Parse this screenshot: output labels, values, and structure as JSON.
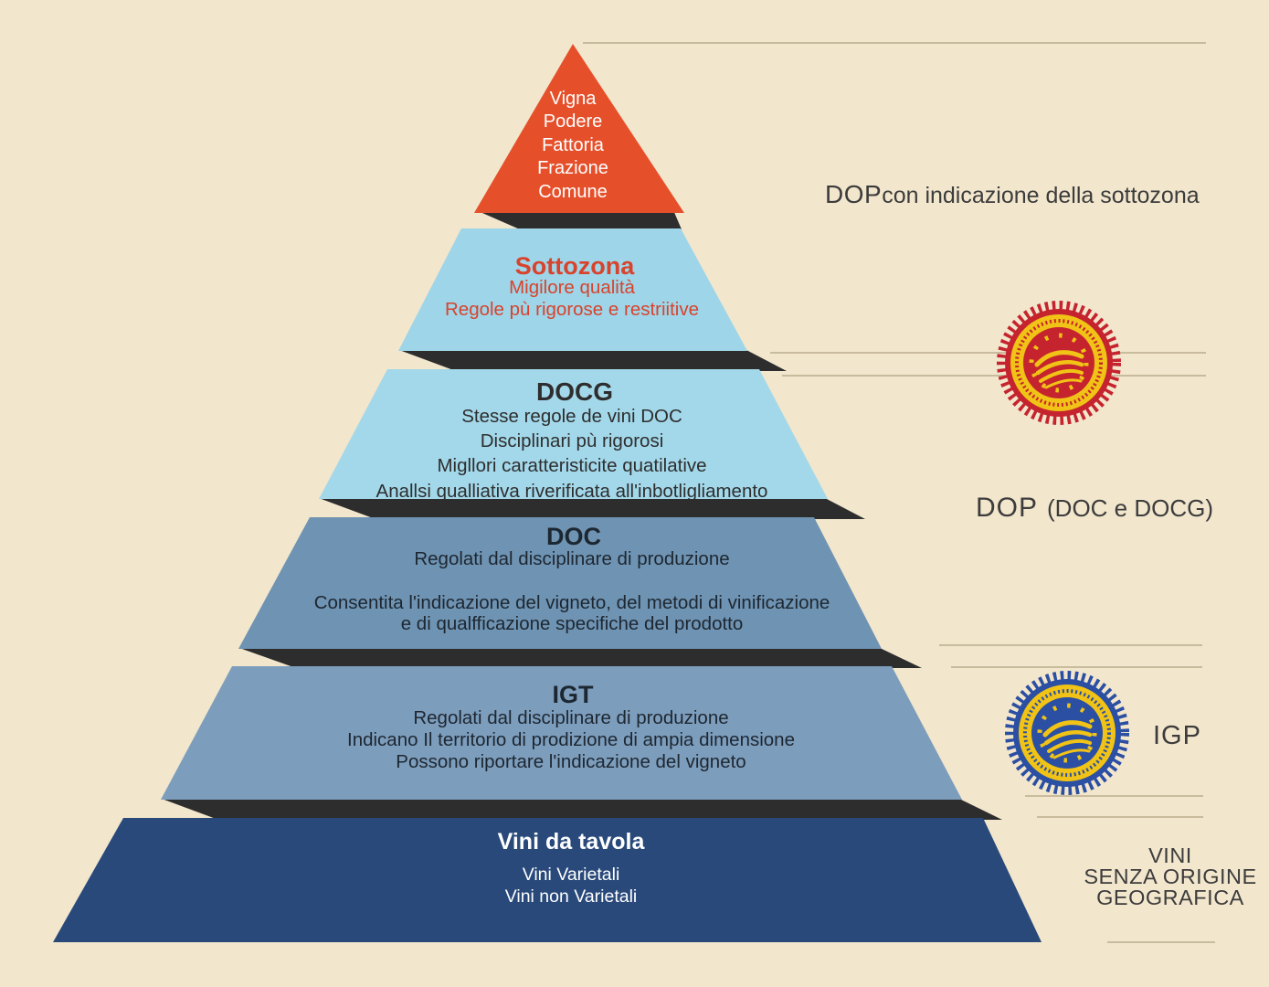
{
  "pyramid": {
    "shadow_color": "#2d2d2d",
    "levels": [
      {
        "name": "vigna-comune",
        "fill": "#e5502b",
        "lines": [
          "Vigna",
          "Podere",
          "Fattoria",
          "Frazione",
          "Comune"
        ]
      },
      {
        "name": "sottozona",
        "fill": "#9ed5e8",
        "title": "Sottozona",
        "lines": [
          "Migilore qualità",
          "Regole pù rigorose e restriitive"
        ]
      },
      {
        "name": "docg",
        "fill": "#a3d8ea",
        "title": "DOCG",
        "lines": [
          "Stesse regole de vini DOC",
          "Disciplinari pù rigorosi",
          "Migllori caratteristicite quatilative",
          "Anallsi qualliativa riverificata all'inbotligliamento"
        ]
      },
      {
        "name": "doc",
        "fill": "#6f93b2",
        "title": "DOC",
        "lines": [
          "Regolati dal disciplinare di produzione",
          "Consentita l'indicazione del vigneto, del metodi di vinificazione",
          "e di qualfficazione specifiche del prodotto"
        ]
      },
      {
        "name": "igt",
        "fill": "#7d9dbc",
        "title": "IGT",
        "lines": [
          "Regolati dal disciplinare di produzione",
          "Indicano Il territorio di prodizione di ampia dimensione",
          "Possono riportare l'indicazione del vigneto"
        ]
      },
      {
        "name": "vini-da-tavola",
        "fill": "#28497a",
        "title": "Vini da tavola",
        "lines": [
          "Vini Varietali",
          "Vini non Varietali"
        ]
      }
    ]
  },
  "annotations": {
    "dop_sottozona_prefix": "DOP",
    "dop_sottozona_text": "con indicazione della sottozona",
    "dop_prefix": "DOP",
    "dop_text": "(DOC e DOCG)",
    "igp_label": "IGP",
    "vini_line1": "VINI",
    "vini_line2": "SENZA ORIGINE",
    "vini_line3": "GEOGRAFICA"
  },
  "seals": {
    "dop": {
      "name": "dop-seal",
      "primary": "#c5242e",
      "gold": "#f0c316"
    },
    "igp": {
      "name": "igp-seal",
      "primary": "#2b4fa2",
      "gold": "#f0c316"
    }
  },
  "colors": {
    "background": "#f2e6cd",
    "divider": "#c8bb9e",
    "red_text": "#d8432c",
    "dark_text": "#2e2e2e",
    "label_text": "#3c3c3c"
  }
}
